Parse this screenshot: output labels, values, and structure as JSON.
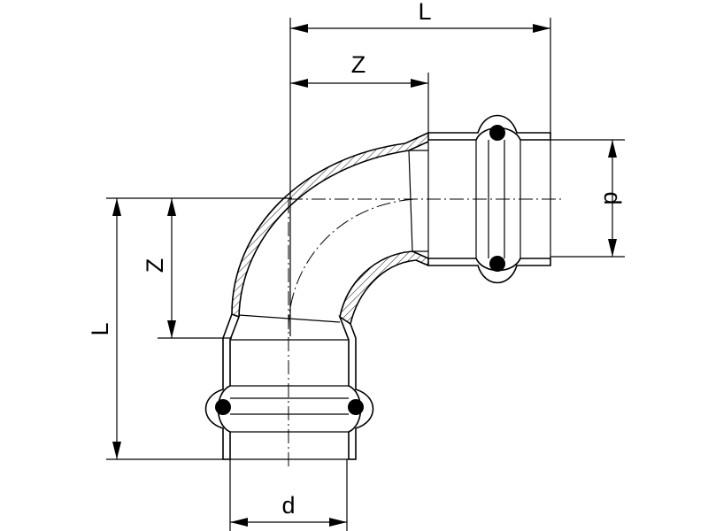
{
  "dimensions": {
    "top_L": "L",
    "top_Z": "Z",
    "right_d": "d",
    "left_L": "L",
    "left_Z": "Z",
    "bottom_d": "d"
  }
}
